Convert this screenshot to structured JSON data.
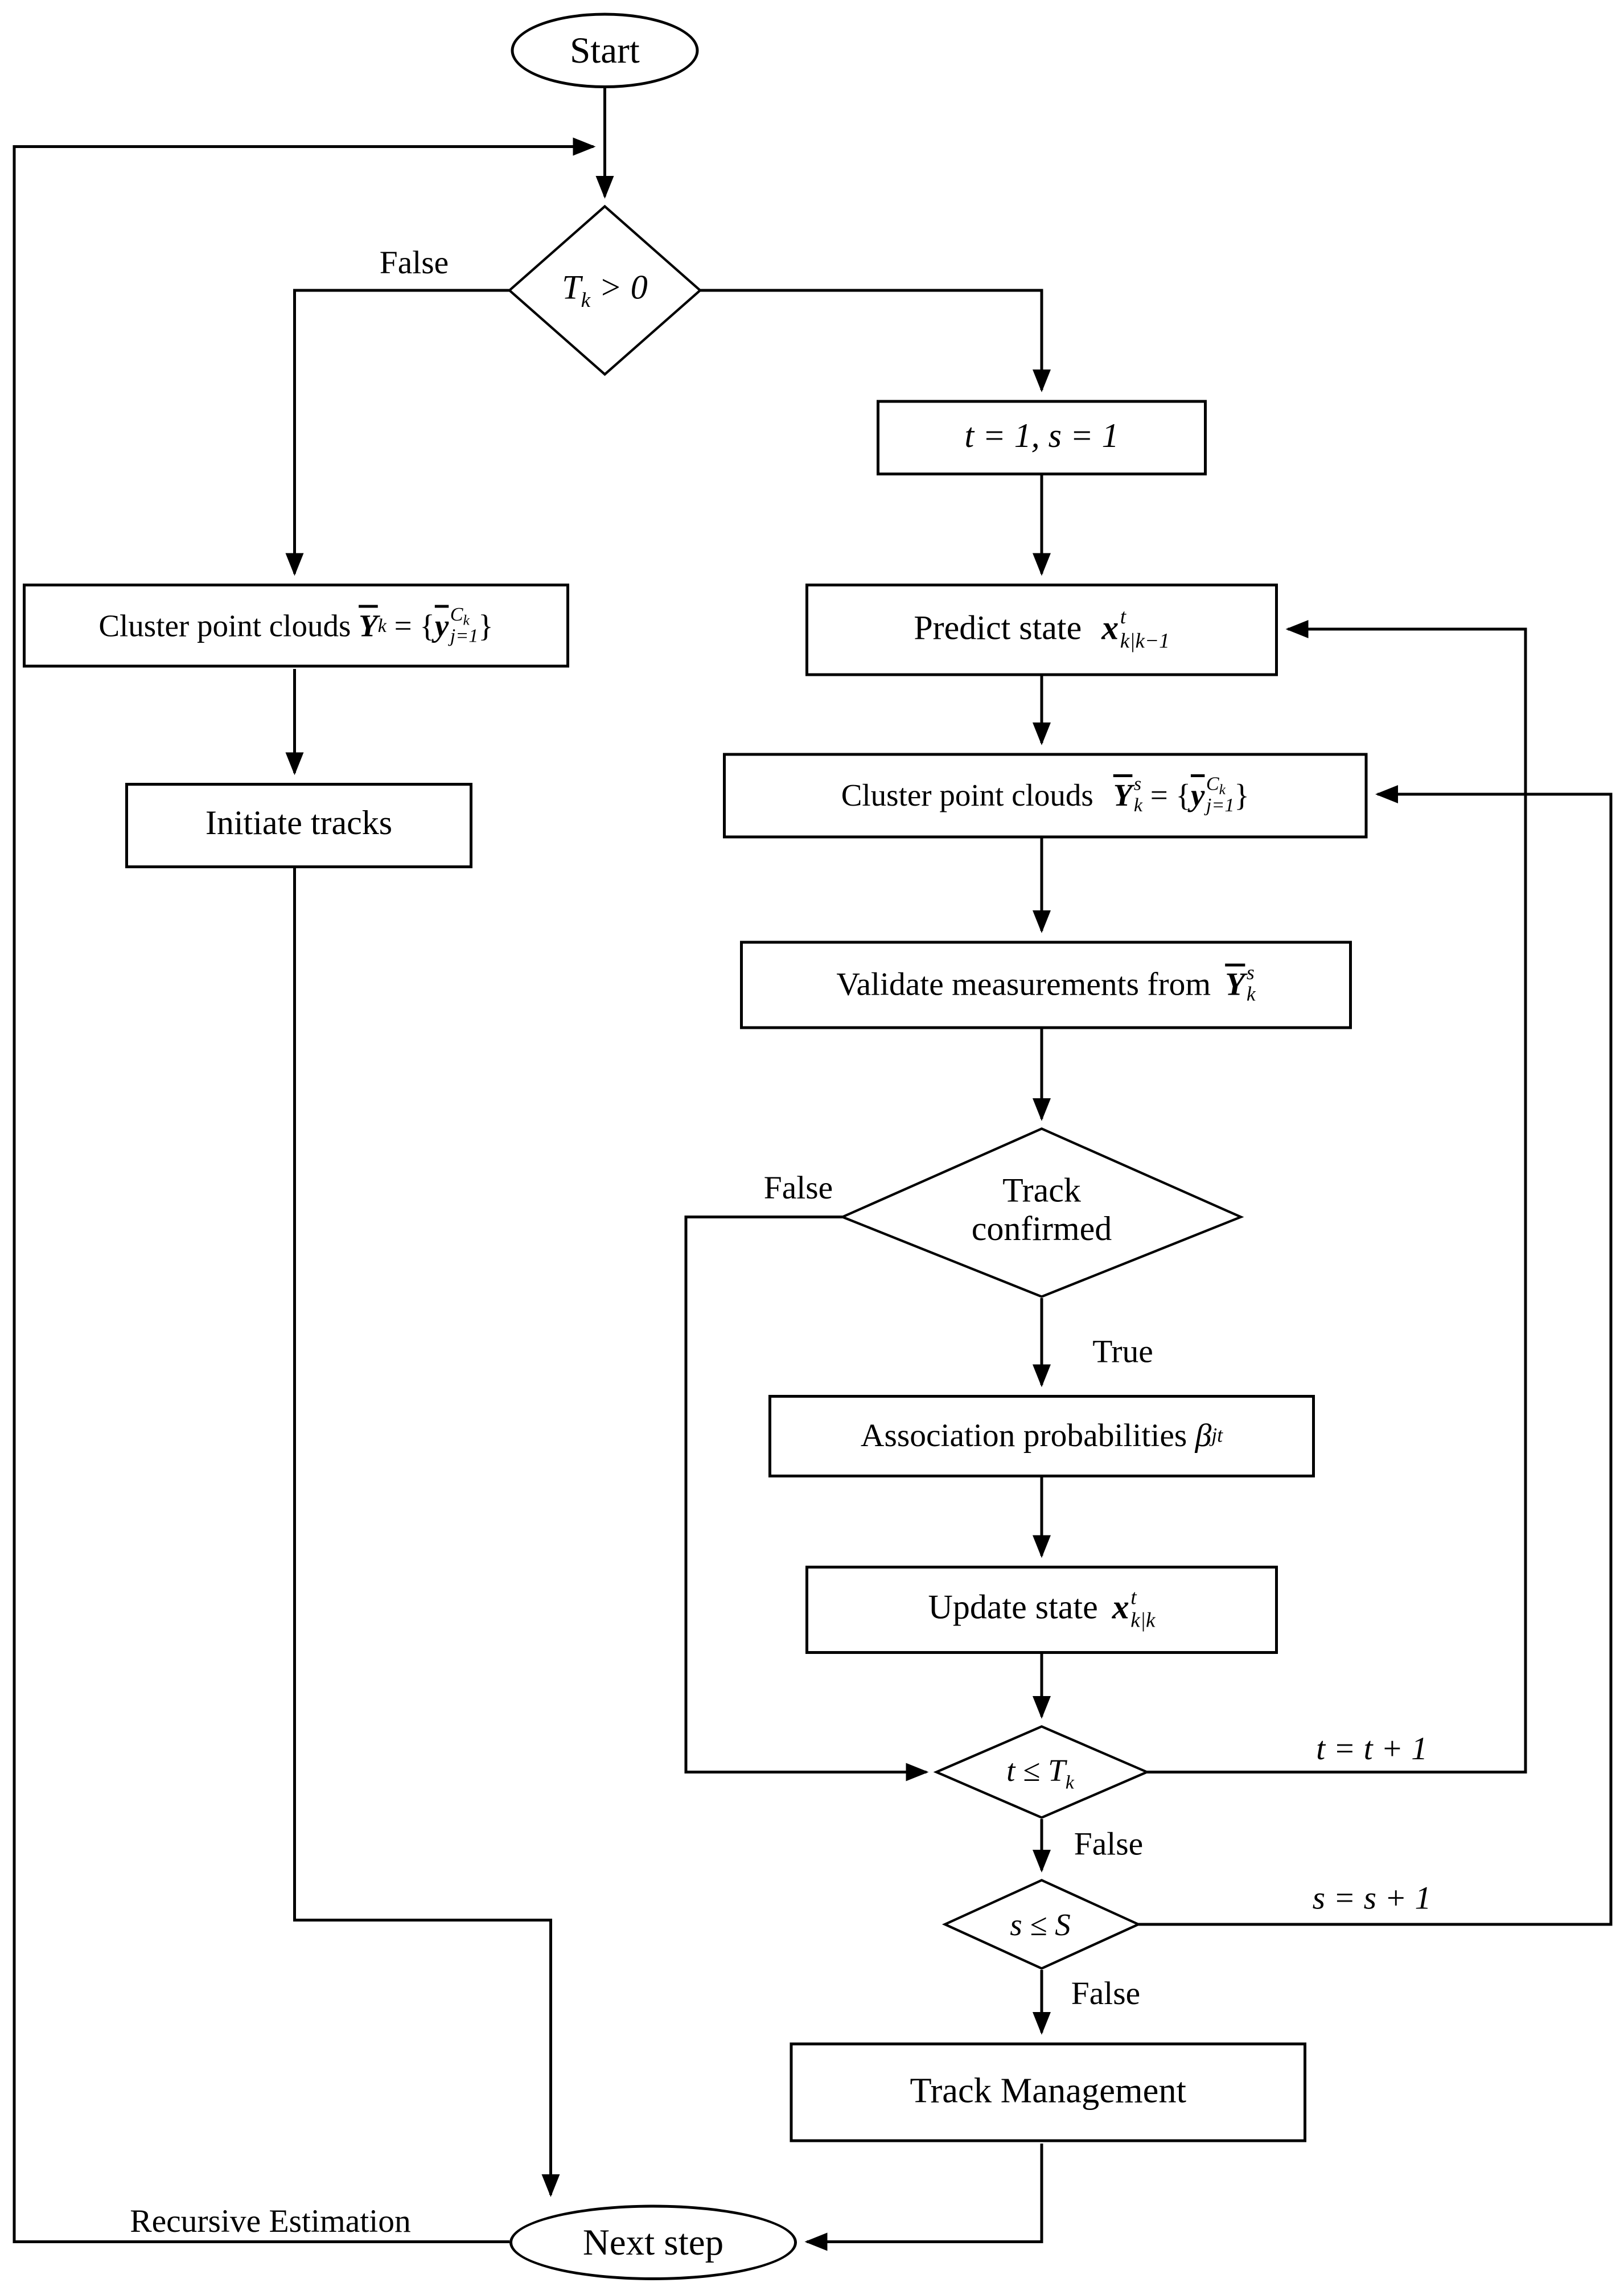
{
  "diagram": {
    "nodes": {
      "start": {
        "label": "Start"
      },
      "decision_tk": {
        "pre": "T",
        "sub": "k",
        "post": " > 0"
      },
      "init_ts": {
        "label": "t = 1, s = 1"
      },
      "predict": {
        "label": "Predict state",
        "base": "x",
        "sup": "t",
        "sub": "k|k−1"
      },
      "cluster_right": {
        "label": "Cluster point clouds",
        "y_base": "Y",
        "y_sup": "s",
        "y_sub": "k",
        "eq": " = {",
        "yb_base": "y",
        "yb_sup_main": "C",
        "yb_sup_sub": "k",
        "yb_sub": "j=1",
        "close": "}"
      },
      "validate": {
        "label": "Validate measurements from",
        "y_base": "Y",
        "y_sup": "s",
        "y_sub": "k"
      },
      "track_confirmed": {
        "line1": "Track",
        "line2": "confirmed"
      },
      "association": {
        "label": "Association probabilities",
        "base": "β",
        "sub": "jt"
      },
      "update": {
        "label": "Update state",
        "base": "x",
        "sup": "t",
        "sub": "k|k"
      },
      "decision_t": {
        "pre": "t ≤ T",
        "sub": "k"
      },
      "decision_s": {
        "label": "s ≤ S"
      },
      "track_mgmt": {
        "label": "Track Management"
      },
      "next_step": {
        "label": "Next step"
      },
      "cluster_left": {
        "label": "Cluster point clouds",
        "y_base": "Y",
        "y_sub": "k",
        "eq": " = {",
        "yb_base": "y",
        "yb_sup_main": "C",
        "yb_sup_sub": "k",
        "yb_sub": "j=1",
        "close": "}"
      },
      "initiate": {
        "label": "Initiate tracks"
      }
    },
    "edge_labels": {
      "false_top": "False",
      "false_confirm": "False",
      "true_confirm": "True",
      "t_inc": "t = t + 1",
      "false_t": "False",
      "s_inc": "s = s + 1",
      "false_s": "False",
      "recursive": "Recursive Estimation"
    },
    "colors": {
      "stroke": "#000000",
      "background": "#ffffff"
    }
  }
}
